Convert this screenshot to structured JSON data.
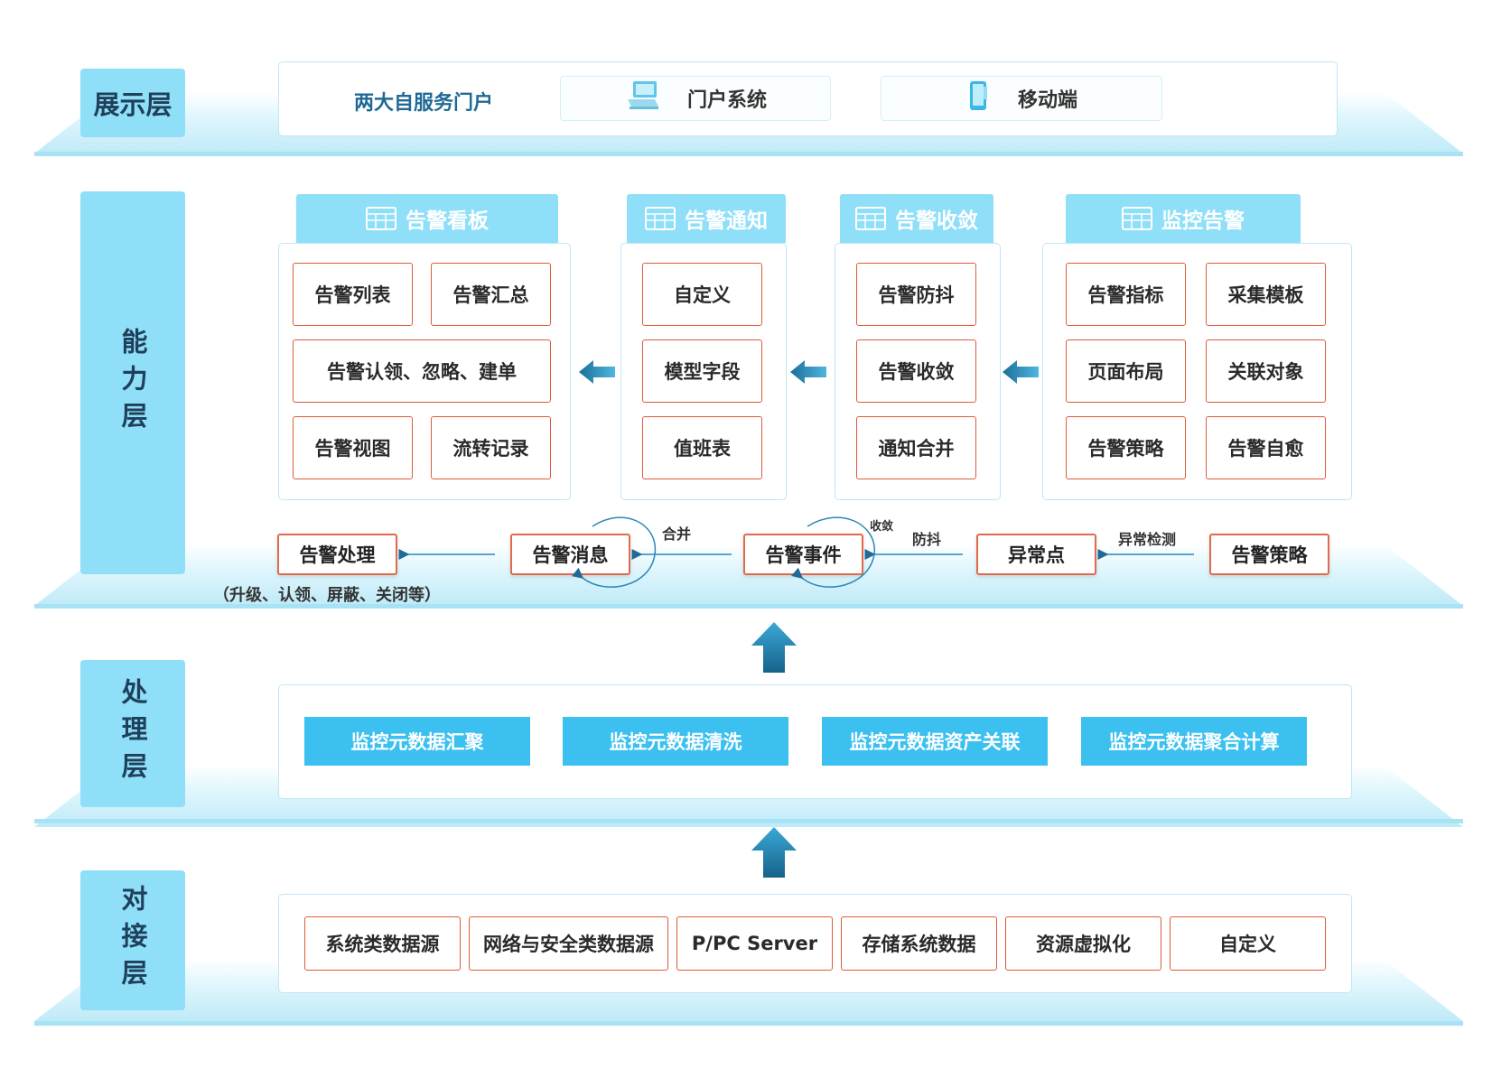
{
  "layers": {
    "presentation": "展示层",
    "capability": "能力层",
    "processing": "处理层",
    "integration": "对接层"
  },
  "presentation": {
    "title": "两大自服务门户",
    "portal": "门户系统",
    "mobile": "移动端"
  },
  "modules": [
    {
      "title": "告警看板",
      "items": [
        "告警列表",
        "告警汇总",
        "告警认领、忽略、建单",
        "告警视图",
        "流转记录"
      ]
    },
    {
      "title": "告警通知",
      "items": [
        "自定义",
        "模型字段",
        "值班表"
      ]
    },
    {
      "title": "告警收敛",
      "items": [
        "告警防抖",
        "告警收敛",
        "通知合并"
      ]
    },
    {
      "title": "监控告警",
      "items": [
        "告警指标",
        "采集模板",
        "页面布局",
        "关联对象",
        "告警策略",
        "告警自愈"
      ]
    }
  ],
  "flow": {
    "nodes": [
      "告警处理",
      "告警消息",
      "告警事件",
      "异常点",
      "告警策略"
    ],
    "labels": {
      "merge": "合并",
      "converge": "收敛",
      "debounce": "防抖",
      "detect": "异常检测"
    },
    "note": "（升级、认领、屏蔽、关闭等）"
  },
  "processing": [
    "监控元数据汇聚",
    "监控元数据清洗",
    "监控元数据资产关联",
    "监控元数据聚合计算"
  ],
  "integration": [
    "系统类数据源",
    "网络与安全类数据源",
    "P/PC Server",
    "存储系统数据",
    "资源虚拟化",
    "自定义"
  ],
  "colors": {
    "accent": "#8fdff8",
    "button": "#3cc0ef",
    "card_border": "#e05b3a",
    "arrow": "#1f7fa8"
  },
  "icons": [
    "computer-icon",
    "mobile-icon",
    "table-icon",
    "left-arrow-icon",
    "up-arrow-icon",
    "loop-arrow-icon"
  ]
}
